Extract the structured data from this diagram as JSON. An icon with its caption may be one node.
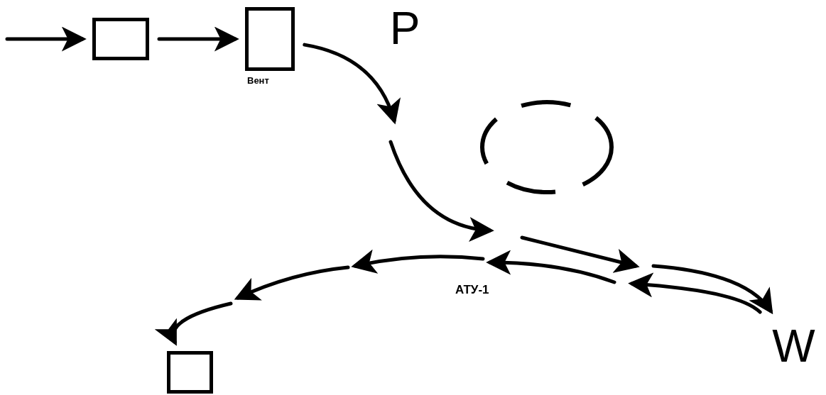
{
  "diagram": {
    "nodes": [
      {
        "text": [],
        "shape": "box"
      },
      {
        "text": [],
        "shape": "box",
        "beside": [
          "Вент"
        ]
      },
      {
        "text": [
          "P"
        ]
      },
      {
        "text": [],
        "shape": "circle"
      },
      {
        "text": [],
        "shape": "box"
      },
      {
        "text": [
          "W"
        ]
      }
    ],
    "edges": [
      {
        "from": null,
        "to": 0,
        "arrow": "to"
      },
      {
        "from": 0,
        "to": 1,
        "arrow": "to"
      },
      {
        "from": 1,
        "to": null,
        "arrow": "to"
      },
      {
        "from": null,
        "to": 5,
        "arrow": "to"
      },
      {
        "from": 5,
        "to": null,
        "arrow": "to"
      },
      {
        "from": null,
        "to": 4,
        "arrow": "to"
      }
    ],
    "labels": [
      "АТУ-1"
    ]
  }
}
